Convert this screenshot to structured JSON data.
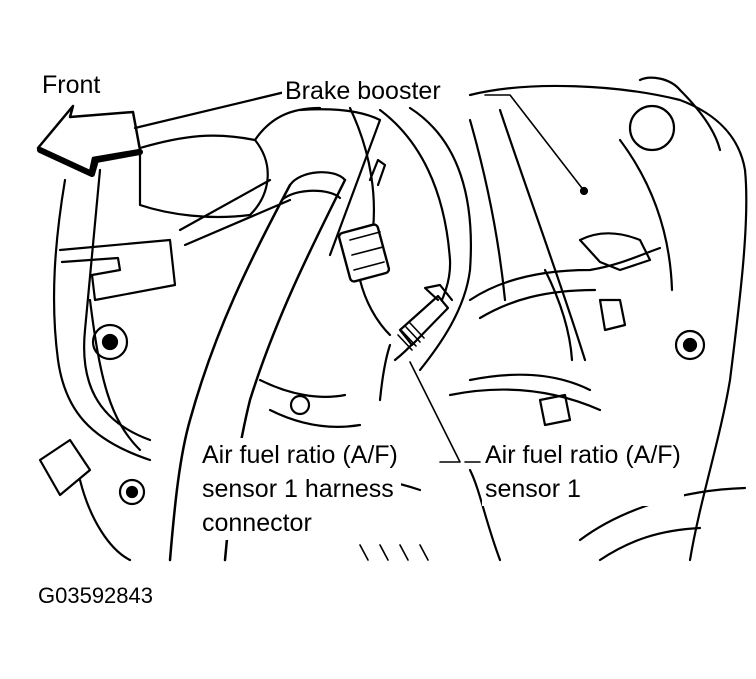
{
  "labels": {
    "front": "Front",
    "brake_booster": "Brake booster",
    "af_sensor_harness": [
      "Air fuel ratio (A/F)",
      "sensor 1 harness",
      "connector"
    ],
    "af_sensor": [
      "Air fuel ratio (A/F)",
      "sensor 1"
    ]
  },
  "figure_id": "G03592843",
  "colors": {
    "ink": "#000000",
    "paper": "#ffffff"
  }
}
